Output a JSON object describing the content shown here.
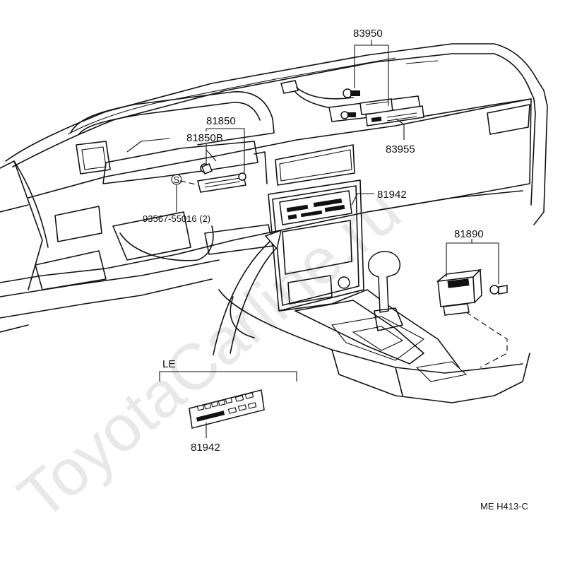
{
  "watermark": "ToyotaCarline.ru",
  "figure_code": "ME  H413-C",
  "callouts": {
    "p83950": "83950",
    "p83955": "83955",
    "p81850": "81850",
    "p81850b": "81850B",
    "p81942_main": "81942",
    "p81890": "81890",
    "screw_symbol": "S",
    "screw_part": "93567-55016 (2)",
    "variant_label": "LE",
    "p81942_le": "81942"
  }
}
